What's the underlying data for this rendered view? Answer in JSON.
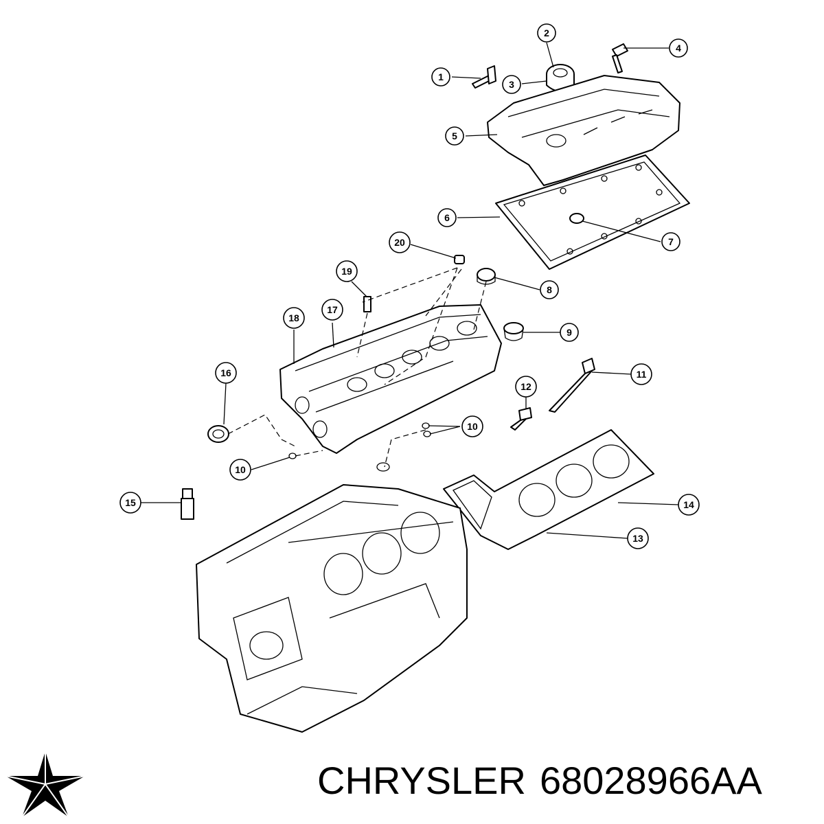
{
  "caption": {
    "brand": "CHRYSLER",
    "part_number": "68028966AA"
  },
  "logo": {
    "icon": "pentastar-icon",
    "color": "#000000"
  },
  "callouts": [
    {
      "key": "c1",
      "label": "1"
    },
    {
      "key": "c2",
      "label": "2"
    },
    {
      "key": "c3",
      "label": "3"
    },
    {
      "key": "c4",
      "label": "4"
    },
    {
      "key": "c5",
      "label": "5"
    },
    {
      "key": "c6",
      "label": "6"
    },
    {
      "key": "c7",
      "label": "7"
    },
    {
      "key": "c8",
      "label": "8"
    },
    {
      "key": "c9",
      "label": "9"
    },
    {
      "key": "c10a",
      "label": "10"
    },
    {
      "key": "c10b",
      "label": "10"
    },
    {
      "key": "c11",
      "label": "11"
    },
    {
      "key": "c12",
      "label": "12"
    },
    {
      "key": "c13",
      "label": "13"
    },
    {
      "key": "c14",
      "label": "14"
    },
    {
      "key": "c15",
      "label": "15"
    },
    {
      "key": "c16",
      "label": "16"
    },
    {
      "key": "c17",
      "label": "17"
    },
    {
      "key": "c18",
      "label": "18"
    },
    {
      "key": "c19",
      "label": "19"
    },
    {
      "key": "c20",
      "label": "20"
    }
  ]
}
